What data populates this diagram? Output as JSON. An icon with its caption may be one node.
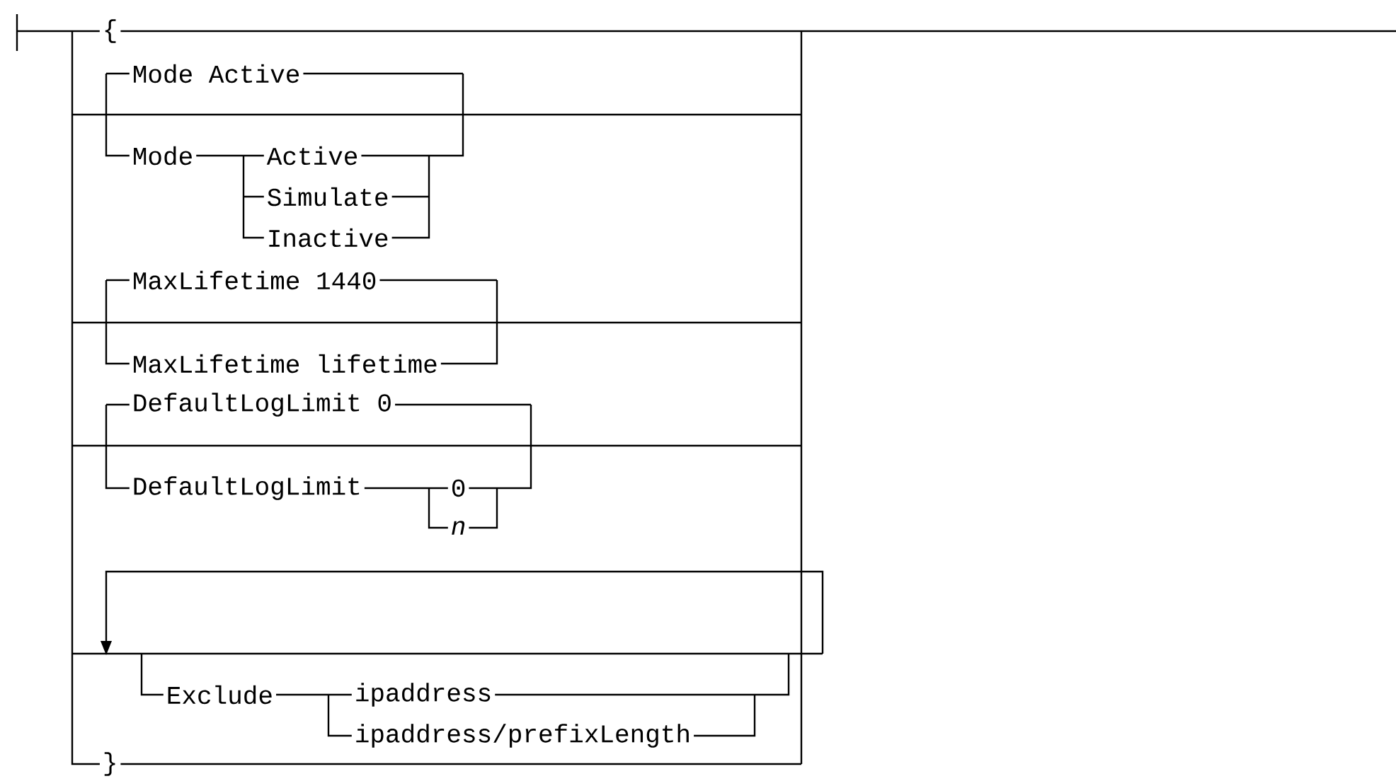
{
  "diagram": {
    "labels": [
      "{",
      "Mode Active",
      "Mode",
      "Active",
      "Simulate",
      "Inactive",
      "MaxLifetime 1440",
      "MaxLifetime lifetime",
      "DefaultLogLimit 0",
      "DefaultLogLimit",
      "0",
      "n",
      "Exclude",
      "ipaddress",
      "ipaddress/prefixLength",
      "}"
    ]
  }
}
